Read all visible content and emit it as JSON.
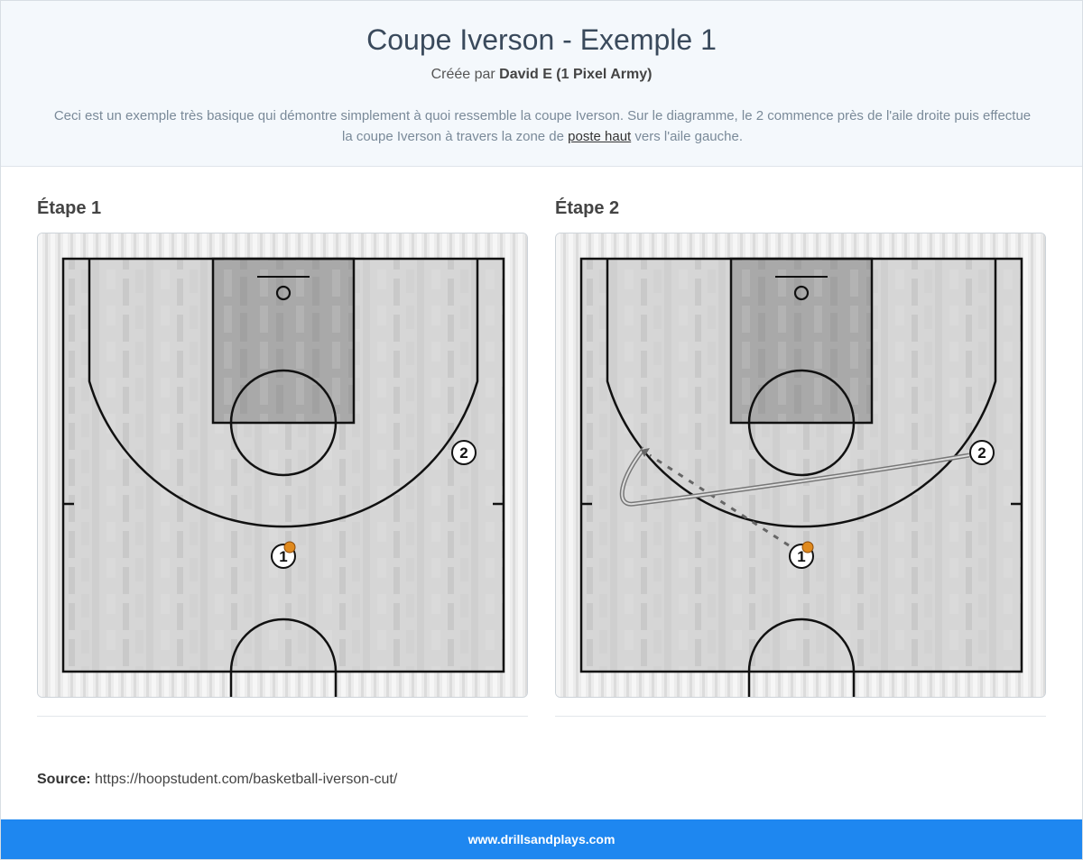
{
  "header": {
    "title": "Coupe Iverson - Exemple 1",
    "byline_prefix": "Créée par",
    "author": "David E (1 Pixel Army)",
    "description_part1": "Ceci est un exemple très basique qui démontre simplement à quoi ressemble la coupe Iverson. Sur le diagramme, le 2 commence près de l'aile droite puis effectue la coupe Iverson à travers la zone de",
    "description_link": "poste haut",
    "description_part2": "vers l'aile gauche."
  },
  "steps": [
    {
      "title": "Étape 1",
      "players": [
        "1",
        "2"
      ]
    },
    {
      "title": "Étape 2",
      "players": [
        "1",
        "2"
      ]
    }
  ],
  "source": {
    "label": "Source:",
    "url": "https://hoopstudent.com/basketball-iverson-cut/"
  },
  "footer": {
    "text": "www.drillsandplays.com"
  },
  "colors": {
    "footer_bg": "#1e87f0",
    "header_bg": "#f4f8fc",
    "ball": "#e08a1e"
  }
}
